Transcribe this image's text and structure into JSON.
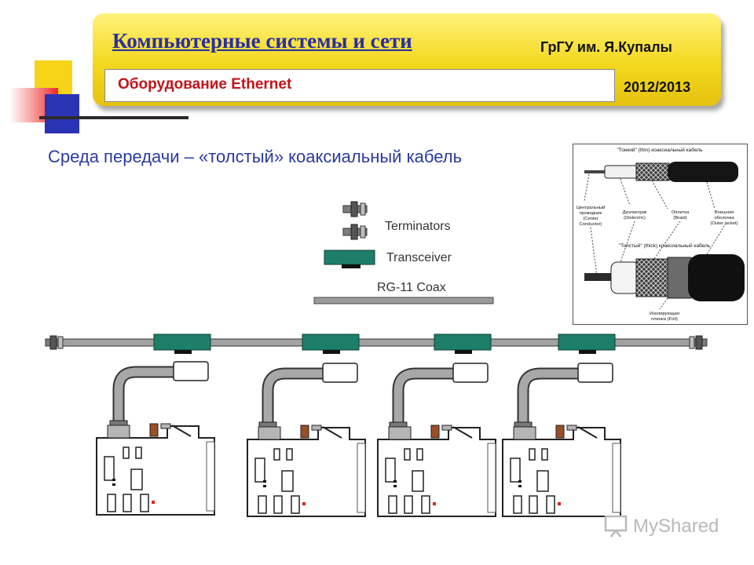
{
  "header": {
    "title": "Компьютерные системы и сети",
    "university": "ГрГУ им. Я.Купалы",
    "subtitle": "Оборудование Ethernet",
    "year": "2012/2013"
  },
  "slide": {
    "heading": "Среда передачи – «толстый» коаксиальный кабель"
  },
  "legend": {
    "terminators": "Terminators",
    "transceiver": "Transceiver",
    "coax": "RG-11 Coax"
  },
  "inset": {
    "thin_title": "\"Тонкий\" (thin) коаксиальный кабель",
    "center": [
      "Центральный",
      "проводник",
      "(Center",
      "Conductor)"
    ],
    "dielectric": [
      "Диэлектрик",
      "(Dielectric)"
    ],
    "braid": [
      "Оплетка",
      "(Braid)"
    ],
    "jacket": [
      "Внешняя",
      "оболочка",
      "(Outer jacket)"
    ],
    "thick_title": "\"Толстый\" (thick) коаксиальный кабель",
    "foil": [
      "Изолирующая",
      "пленка (Foil)"
    ]
  },
  "watermark": "MyShared",
  "colors": {
    "title": "#2b2fa0",
    "subtitle": "#c0141c",
    "heading": "#2a3aa0",
    "banner": "#f3d81e",
    "transceiver": "#1d7f6a"
  }
}
